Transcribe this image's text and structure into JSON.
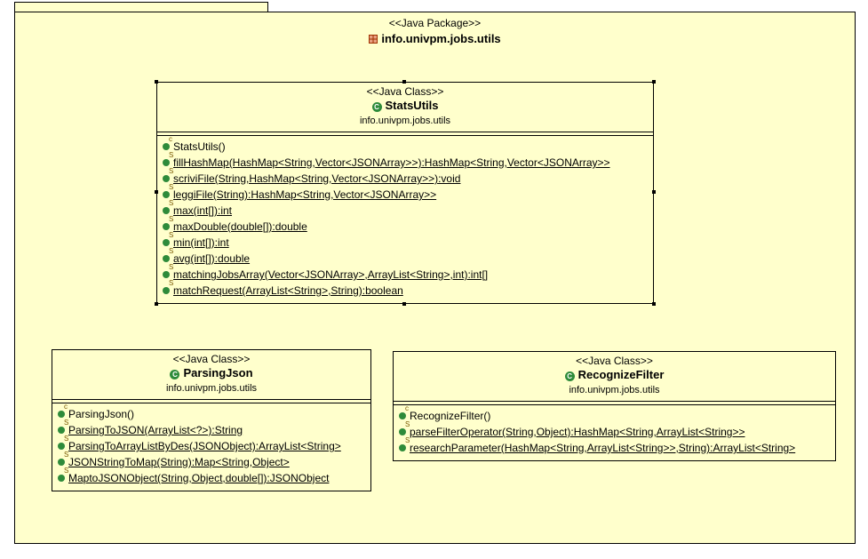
{
  "package": {
    "stereotype": "<<Java Package>>",
    "name": "info.univpm.jobs.utils",
    "icon": "package-icon"
  },
  "classes": [
    {
      "key": "stats",
      "stereotype": "<<Java Class>>",
      "name": "StatsUtils",
      "package": "info.univpm.jobs.utils",
      "selected": true,
      "methods": [
        {
          "text": "StatsUtils()",
          "marker": "c",
          "static": false
        },
        {
          "text": "fillHashMap(HashMap<String,Vector<JSONArray>>):HashMap<String,Vector<JSONArray>>",
          "marker": "S",
          "static": true
        },
        {
          "text": "scriviFile(String,HashMap<String,Vector<JSONArray>>):void",
          "marker": "S",
          "static": true
        },
        {
          "text": "leggiFile(String):HashMap<String,Vector<JSONArray>>",
          "marker": "S",
          "static": true
        },
        {
          "text": "max(int[]):int",
          "marker": "S",
          "static": true
        },
        {
          "text": "maxDouble(double[]):double",
          "marker": "S",
          "static": true
        },
        {
          "text": "min(int[]):int",
          "marker": "S",
          "static": true
        },
        {
          "text": "avg(int[]):double",
          "marker": "S",
          "static": true
        },
        {
          "text": "matchingJobsArray(Vector<JSONArray>,ArrayList<String>,int):int[]",
          "marker": "S",
          "static": true
        },
        {
          "text": "matchRequest(ArrayList<String>,String):boolean",
          "marker": "S",
          "static": true
        }
      ]
    },
    {
      "key": "parsing",
      "stereotype": "<<Java Class>>",
      "name": "ParsingJson",
      "package": "info.univpm.jobs.utils",
      "selected": false,
      "methods": [
        {
          "text": "ParsingJson()",
          "marker": "c",
          "static": false
        },
        {
          "text": "ParsingToJSON(ArrayList<?>):String",
          "marker": "S",
          "static": true
        },
        {
          "text": "ParsingToArrayListByDes(JSONObject):ArrayList<String>",
          "marker": "S",
          "static": true
        },
        {
          "text": "JSONStringToMap(String):Map<String,Object>",
          "marker": "S",
          "static": true
        },
        {
          "text": "MaptoJSONObject(String,Object,double[]):JSONObject",
          "marker": "S",
          "static": true
        }
      ]
    },
    {
      "key": "recognize",
      "stereotype": "<<Java Class>>",
      "name": "RecognizeFilter",
      "package": "info.univpm.jobs.utils",
      "selected": false,
      "methods": [
        {
          "text": "RecognizeFilter()",
          "marker": "c",
          "static": false
        },
        {
          "text": "parseFilterOperator(String,Object):HashMap<String,ArrayList<String>>",
          "marker": "S",
          "static": true
        },
        {
          "text": "researchParameter(HashMap<String,ArrayList<String>>,String):ArrayList<String>",
          "marker": "S",
          "static": true
        }
      ]
    }
  ],
  "colors": {
    "background": "#ffffcc",
    "border": "#000000",
    "method_icon": "#2e8b3a",
    "static_marker": "#7a5800"
  }
}
